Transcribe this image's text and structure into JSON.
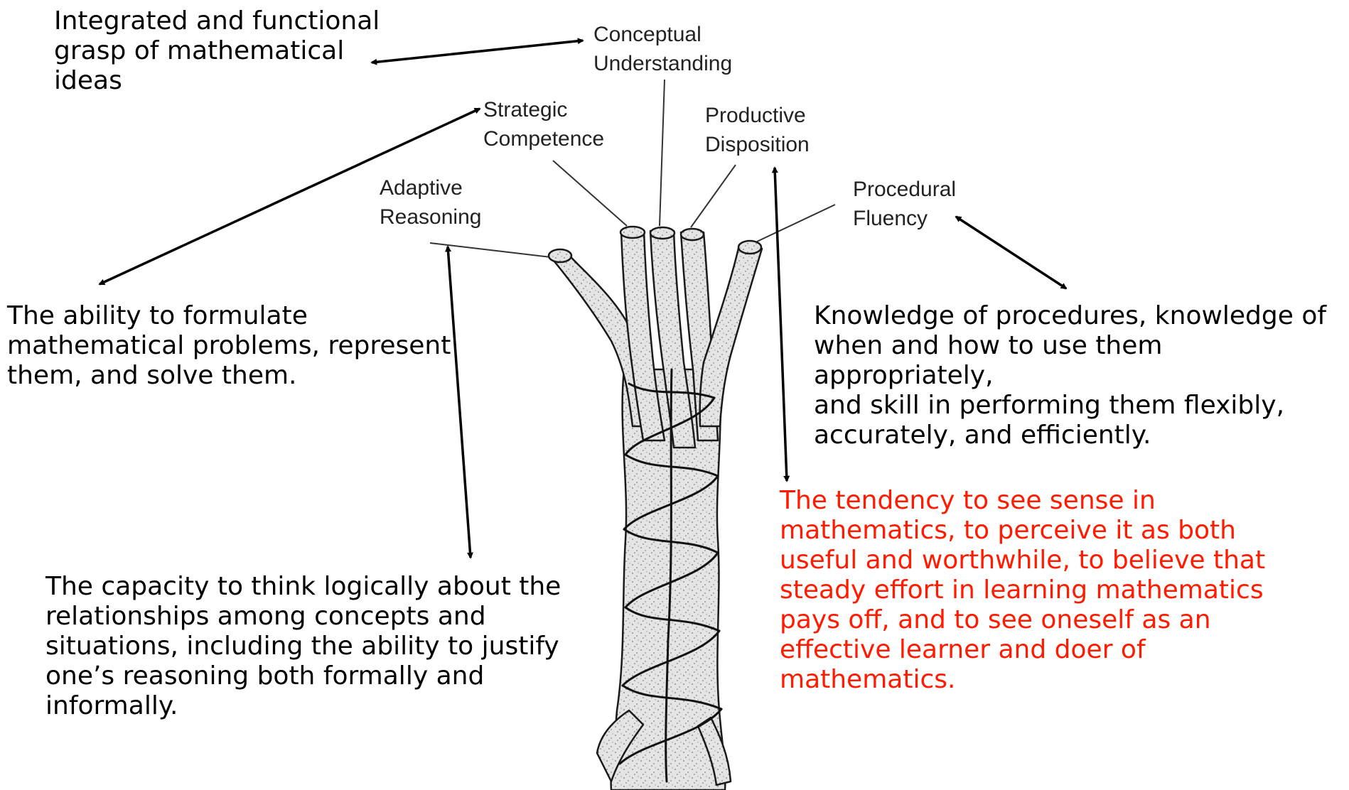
{
  "strands": {
    "conceptual": "Conceptual\nUnderstanding",
    "strategic": "Strategic\nCompetence",
    "productive": "Productive\nDisposition",
    "adaptive": "Adaptive\nReasoning",
    "procedural": "Procedural\nFluency"
  },
  "descriptions": {
    "conceptual": "Integrated and functional\ngrasp of mathematical\nideas",
    "strategic": "The ability to formulate\nmathematical problems, represent\nthem, and solve them.",
    "procedural": "Knowledge of procedures, knowledge of\nwhen and how to use them appropriately,\nand skill in performing them flexibly,\naccurately, and efficiently.",
    "adaptive": "The capacity to think logically about the\nrelationships among concepts and\nsituations, including the ability to justify\none’s reasoning both formally and\ninformally.",
    "productive": "The tendency to see sense in\nmathematics, to perceive it as both\nuseful and worthwhile, to believe that\nsteady effort in learning mathematics\npays off, and to see oneself as an\neffective learner and doer of\nmathematics."
  },
  "colors": {
    "text": "#000000",
    "highlight": "#ff1a00",
    "rope_fill": "#e2e2e2",
    "rope_stroke": "#1a1a1a"
  }
}
